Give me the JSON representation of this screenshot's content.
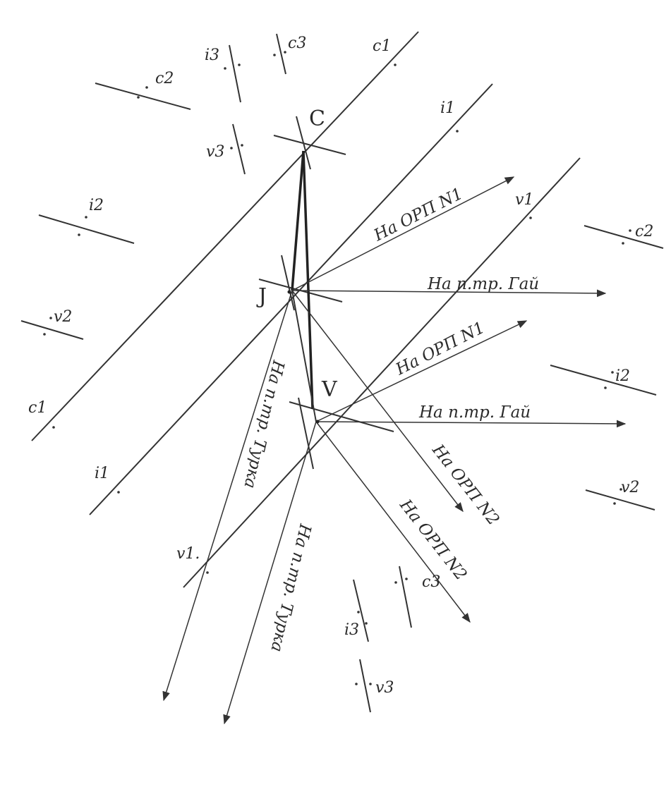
{
  "points": {
    "c": "C",
    "j": "J",
    "v": "V"
  },
  "markers": {
    "c1_top": "c1",
    "c1_left": "c1",
    "i1_top": "i1",
    "i1_left": "i1",
    "v1_top": "v1",
    "v1_bottom": "v1.",
    "c2_left": "c2",
    "c2_right": "c2",
    "i2_left": "i2",
    "i2_right": "i2",
    "v2_left": "v2",
    "v2_right": "v2",
    "c3_top": "c3",
    "c3_bottom": "c3",
    "i3_top": "i3",
    "i3_bottom": "i3",
    "v3_top": "v3",
    "v3_bottom": "v3"
  },
  "bearings": {
    "j_orp1": "На ОРП N1",
    "j_gai": "На п.тр. Гай",
    "j_turka": "На п.тр. Турка",
    "j_orp2": "На ОРП N2",
    "v_orp1": "На ОРП N1",
    "v_gai": "На п.тр. Гай",
    "v_turka": "На п.тр. Турка",
    "v_orp2": "На ОРП N2"
  }
}
